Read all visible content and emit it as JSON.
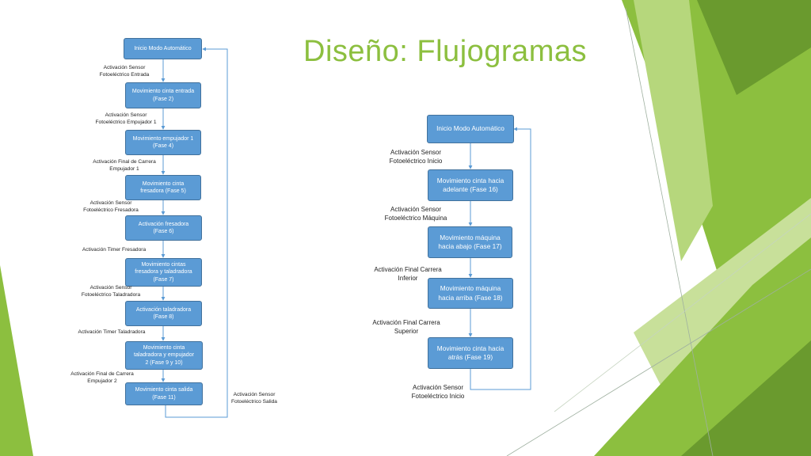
{
  "slide": {
    "title": "Diseño: Flujogramas"
  },
  "flow1": {
    "steps": [
      "Inicio Modo Automático",
      "Movimiento cinta entrada\n(Fase 2)",
      "Movimiento empujador 1\n(Fase 4)",
      "Movimiento cinta\nfresadora (Fase 5)",
      "Activación fresadora\n(Fase 6)",
      "Movimiento cintas\nfresadora y taladradora\n(Fase 7)",
      "Activación taladradora\n(Fase 8)",
      "Movimiento cinta\ntaladradora y empujador\n2 (Fase 9 y 10)",
      "Movimiento cinta salida\n(Fase 11)"
    ],
    "transitions": [
      "Activación Sensor\nFotoeléctrico Entrada",
      "Activación Sensor\nFotoeléctrico Empujador 1",
      "Activación Final de Carrera\nEmpujador 1",
      "Activación Sensor\nFotoeléctrico Fresadora",
      "Activación Timer Fresadora",
      "Activación Sensor\nFotoeléctrico Taladradora",
      "Activación Timer Taladradora",
      "Activación Final de Carrera\nEmpujador 2",
      "Activación Sensor\nFotoeléctrico Salida"
    ]
  },
  "flow2": {
    "steps": [
      "Inicio Modo Automático",
      "Movimiento cinta hacia\nadelante (Fase 16)",
      "Movimiento máquina\nhacia abajo (Fase 17)",
      "Movimiento máquina\nhacia arriba (Fase 18)",
      "Movimiento cinta hacia\natrás (Fase 19)"
    ],
    "transitions": [
      "Activación Sensor\nFotoeléctrico Inicio",
      "Activación Sensor\nFotoeléctrico Máquina",
      "Activación Final Carrera\nInferior",
      "Activación Final Carrera\nSuperior",
      "Activación Sensor\nFotoeléctrico Inicio"
    ]
  },
  "colors": {
    "title": "#8cbf3f",
    "box_fill": "#5b9bd5",
    "box_border": "#41719c",
    "connector": "#5b9bd5",
    "green_dark": "#6a9a2e",
    "green_mid": "#8cbf3f",
    "green_light": "#c8e09a"
  }
}
